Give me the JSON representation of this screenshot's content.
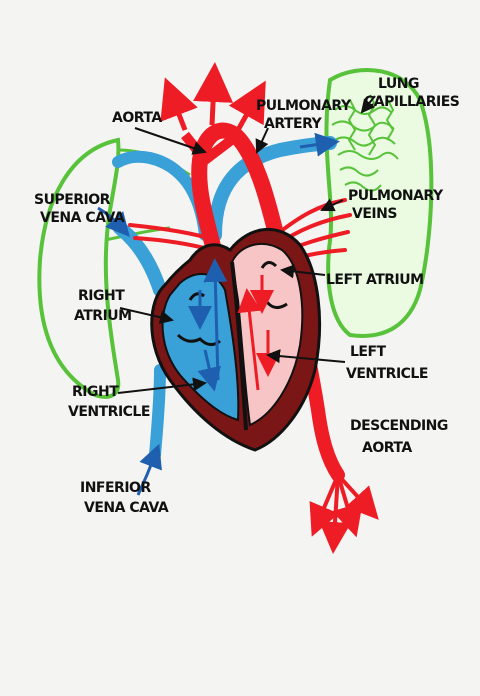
{
  "colors": {
    "background": "#f4f4f2",
    "oxygenated_blood": "#ee1c25",
    "deoxygenated_blood": "#3aa0d8",
    "lung_tissue": "#58c23a",
    "heart_wall": "#7a1616",
    "label_text": "#111111"
  },
  "labels": {
    "aorta": "AORTA",
    "pulmonary_artery": [
      "PULMONARY",
      "ARTERY"
    ],
    "lung_capillaries": [
      "LUNG",
      "CAPILLARIES"
    ],
    "superior_vena_cava": [
      "SUPERIOR",
      "VENA CAVA"
    ],
    "pulmonary_veins": [
      "PULMONARY",
      "VEINS"
    ],
    "left_atrium": "LEFT ATRIUM",
    "right_atrium": [
      "RIGHT",
      "ATRIUM"
    ],
    "left_ventricle": [
      "LEFT",
      "VENTRICLE"
    ],
    "right_ventricle": [
      "RIGHT",
      "VENTRICLE"
    ],
    "descending_aorta": [
      "DESCENDING",
      "AORTA"
    ],
    "inferior_vena_cava": [
      "INFERIOR",
      "VENA CAVA"
    ]
  }
}
